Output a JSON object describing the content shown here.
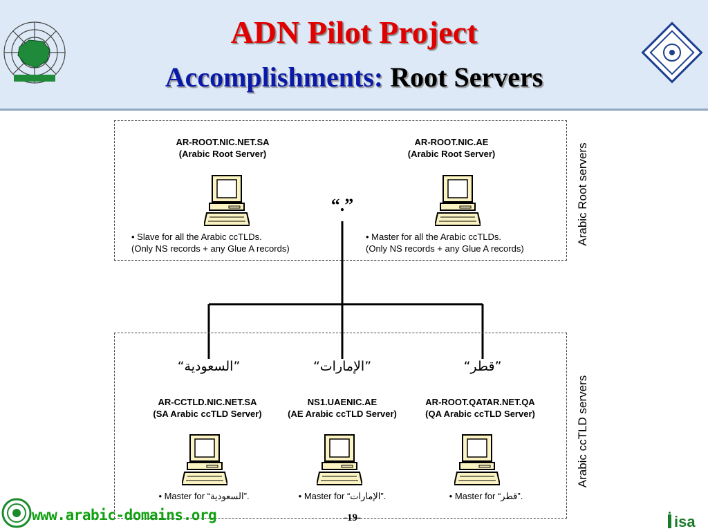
{
  "header": {
    "title_line1": "ADN Pilot Project",
    "title_line2_a": "Accomplishments:",
    "title_line2_b": "Root Servers",
    "logo_left_icon": "spider-web-map-logo-icon",
    "logo_right_icon": "institute-emblem-icon"
  },
  "root_servers": {
    "side_label": "Arabic Root servers",
    "dot_label": "“.”",
    "servers": [
      {
        "name": "AR-ROOT.NIC.NET.SA",
        "role": "(Arabic Root Server)",
        "desc_line1": "• Slave for all the Arabic ccTLDs.",
        "desc_line2": "(Only NS records + any Glue A records)"
      },
      {
        "name": "AR-ROOT.NIC.AE",
        "role": "(Arabic Root Server)",
        "desc_line1": "• Master for all the Arabic ccTLDs.",
        "desc_line2": "(Only NS records + any Glue A records)"
      }
    ]
  },
  "cctld_servers": {
    "side_label": "Arabic ccTLD servers",
    "servers": [
      {
        "tld": "“السعودية”",
        "name": "AR-CCTLD.NIC.NET.SA",
        "role": "(SA Arabic ccTLD Server)",
        "master": "• Master for “السعودية”."
      },
      {
        "tld": "“الإمارات”",
        "name": "NS1.UAENIC.AE",
        "role": "(AE Arabic ccTLD Server)",
        "master": "• Master for “الإمارات”."
      },
      {
        "tld": "“قطر”",
        "name": "AR-ROOT.QATAR.NET.QA",
        "role": "(QA Arabic ccTLD Server)",
        "master": "• Master for “قطر”."
      }
    ]
  },
  "footer": {
    "url": "www.arabic-domains.org",
    "page_number": "-19-",
    "isa_logo_text": "isa",
    "bottom_logo_icon": "arab-league-emblem-icon"
  },
  "colors": {
    "header_bg": "#dde9f6",
    "title_red": "#e10000",
    "title_blue": "#0a1aa8",
    "url_green": "#10a010"
  }
}
